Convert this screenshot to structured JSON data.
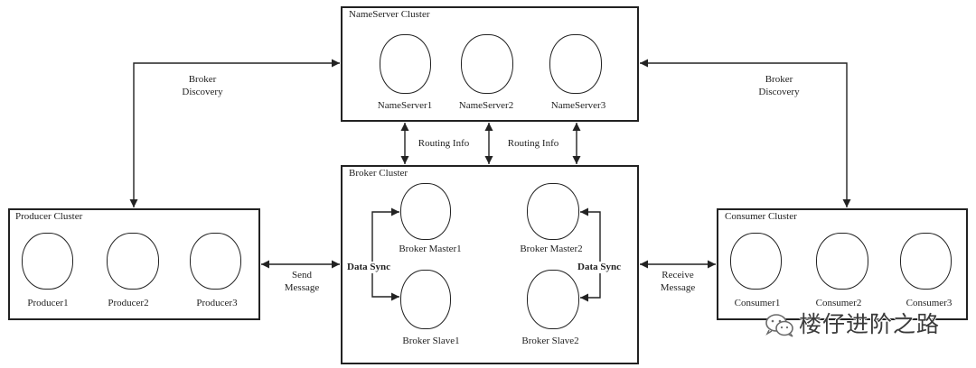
{
  "nameserver_cluster": {
    "title": "NameServer Cluster",
    "nodes": [
      "NameServer1",
      "NameServer2",
      "NameServer3"
    ]
  },
  "broker_cluster": {
    "title": "Broker Cluster",
    "masters": [
      "Broker Master1",
      "Broker Master2"
    ],
    "slaves": [
      "Broker Slave1",
      "Broker Slave2"
    ],
    "data_sync_labels": [
      "Data Sync",
      "Data Sync"
    ]
  },
  "producer_cluster": {
    "title": "Producer Cluster",
    "nodes": [
      "Producer1",
      "Producer2",
      "Producer3"
    ]
  },
  "consumer_cluster": {
    "title": "Consumer Cluster",
    "nodes": [
      "Consumer1",
      "Consumer2",
      "Consumer3"
    ]
  },
  "connections": {
    "broker_discovery_producer": [
      "Broker",
      "Discovery"
    ],
    "broker_discovery_consumer": [
      "Broker",
      "Discovery"
    ],
    "routing_info": [
      "Routing Info",
      "Routing Info"
    ],
    "send_message": [
      "Send",
      "Message"
    ],
    "receive_message": [
      "Receive",
      "Message"
    ]
  },
  "watermark": {
    "icon": "wechat-icon",
    "text": "楼仔进阶之路"
  },
  "colors": {
    "stroke": "#222222",
    "text": "#222222",
    "background": "#ffffff",
    "watermark_text": "#3a3a3a",
    "watermark_icon": "#6a6a6a"
  }
}
